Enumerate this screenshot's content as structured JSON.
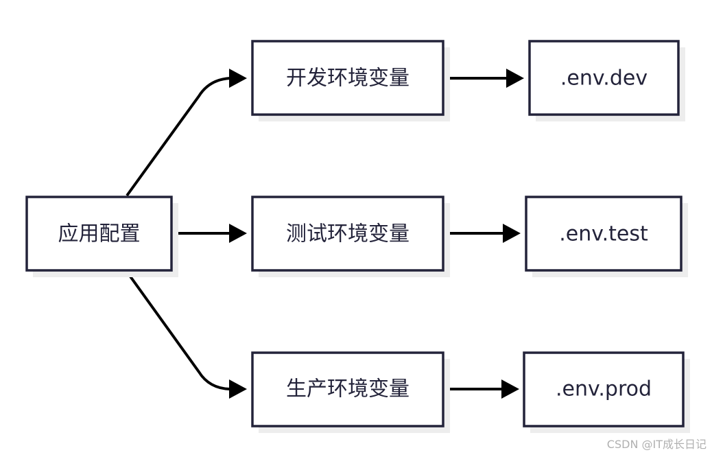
{
  "nodes": {
    "root": {
      "label": "应用配置"
    },
    "dev_env": {
      "label": "开发环境变量"
    },
    "test_env": {
      "label": "测试环境变量"
    },
    "prod_env": {
      "label": "生产环境变量"
    },
    "dev_file": {
      "label": ".env.dev"
    },
    "test_file": {
      "label": ".env.test"
    },
    "prod_file": {
      "label": ".env.prod"
    }
  },
  "edges": [
    {
      "from": "root",
      "to": "dev_env"
    },
    {
      "from": "root",
      "to": "test_env"
    },
    {
      "from": "root",
      "to": "prod_env"
    },
    {
      "from": "dev_env",
      "to": "dev_file"
    },
    {
      "from": "test_env",
      "to": "test_file"
    },
    {
      "from": "prod_env",
      "to": "prod_file"
    }
  ],
  "watermark": "CSDN @IT成长日记"
}
